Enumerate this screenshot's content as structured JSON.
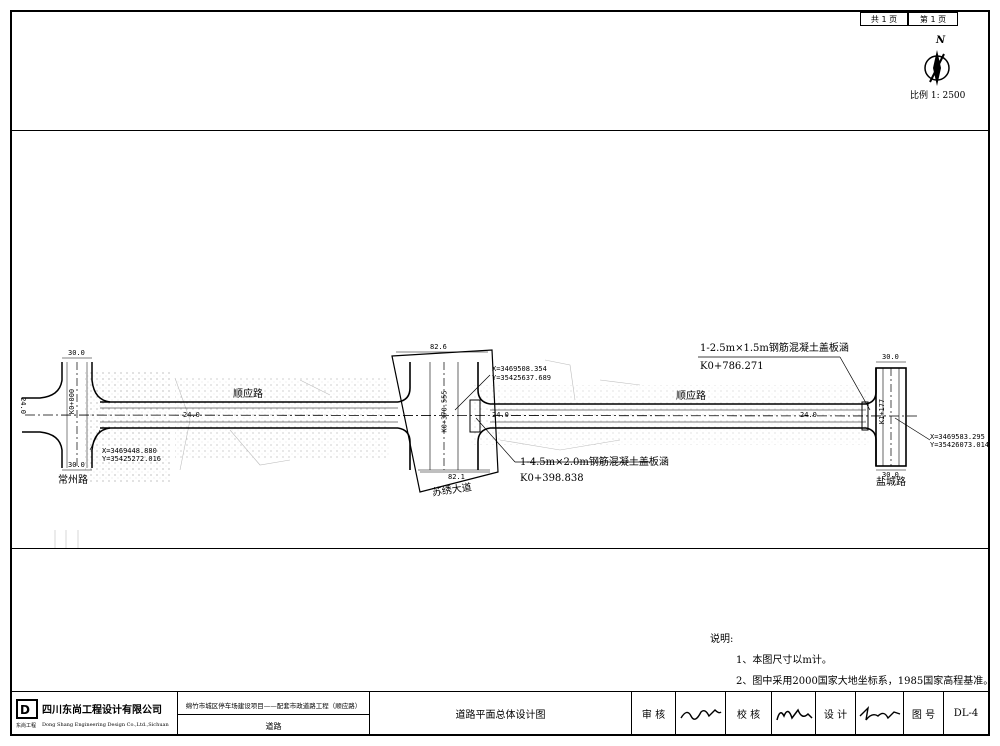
{
  "page": {
    "total_pages": "共 1 页",
    "page_no": "第 1 页"
  },
  "north": {
    "letter": "N",
    "scale": "比例 1: 2500"
  },
  "roads": {
    "main": "顺应路",
    "main2": "顺应路",
    "west_cross": "常州路",
    "middle_cross": "苏绣大道",
    "east_cross": "盐城路"
  },
  "dimensions": {
    "west_width_top": "30.0",
    "west_width_bottom": "30.0",
    "mid_width_top": "82.6",
    "mid_width_bottom": "82.1",
    "east_width_top": "30.0",
    "east_width_bottom": "30.0",
    "road_width_1": "24.0",
    "road_width_2": "24.0",
    "road_width_3": "24.0",
    "west_left": "24.0",
    "station_start": "K0+000",
    "station_mid": "K0+370.555",
    "station_end": "K1+177"
  },
  "coords": {
    "west_x": "X=3469448.880",
    "west_y": "Y=35425272.016",
    "mid_x": "X=3469508.354",
    "mid_y": "Y=35425637.689",
    "east_x": "X=3469583.295",
    "east_y": "Y=35426073.014"
  },
  "culverts": {
    "c1_spec": "1-2.5m×1.5m钢筋混凝土盖板涵",
    "c1_station": "K0+786.271",
    "c2_spec": "1-4.5m×2.0m钢筋混凝土盖板涵",
    "c2_station": "K0+398.838"
  },
  "notes": {
    "heading": "说明:",
    "n1": "1、本图尺寸以m计。",
    "n2": "2、图中采用2000国家大地坐标系，1985国家高程基准。"
  },
  "titleblock": {
    "company_cn": "四川东尚工程设计有限公司",
    "company_en": "Dong Shang Engineering Design Co.,Ltd.,Sichuan",
    "logo_text": "东尚工程",
    "project": "绵竹市城区停车场建设项目——配套市政道路工程（顺应路）",
    "discipline": "道路",
    "drawing_title": "道路平面总体设计图",
    "review_label": "审 核",
    "check_label": "校 核",
    "design_label": "设 计",
    "number_label": "图 号",
    "drawing_number": "DL-4"
  },
  "colors": {
    "line": "#000000",
    "hatch": "#9a9a9a",
    "grid": "#cfcfcf"
  }
}
